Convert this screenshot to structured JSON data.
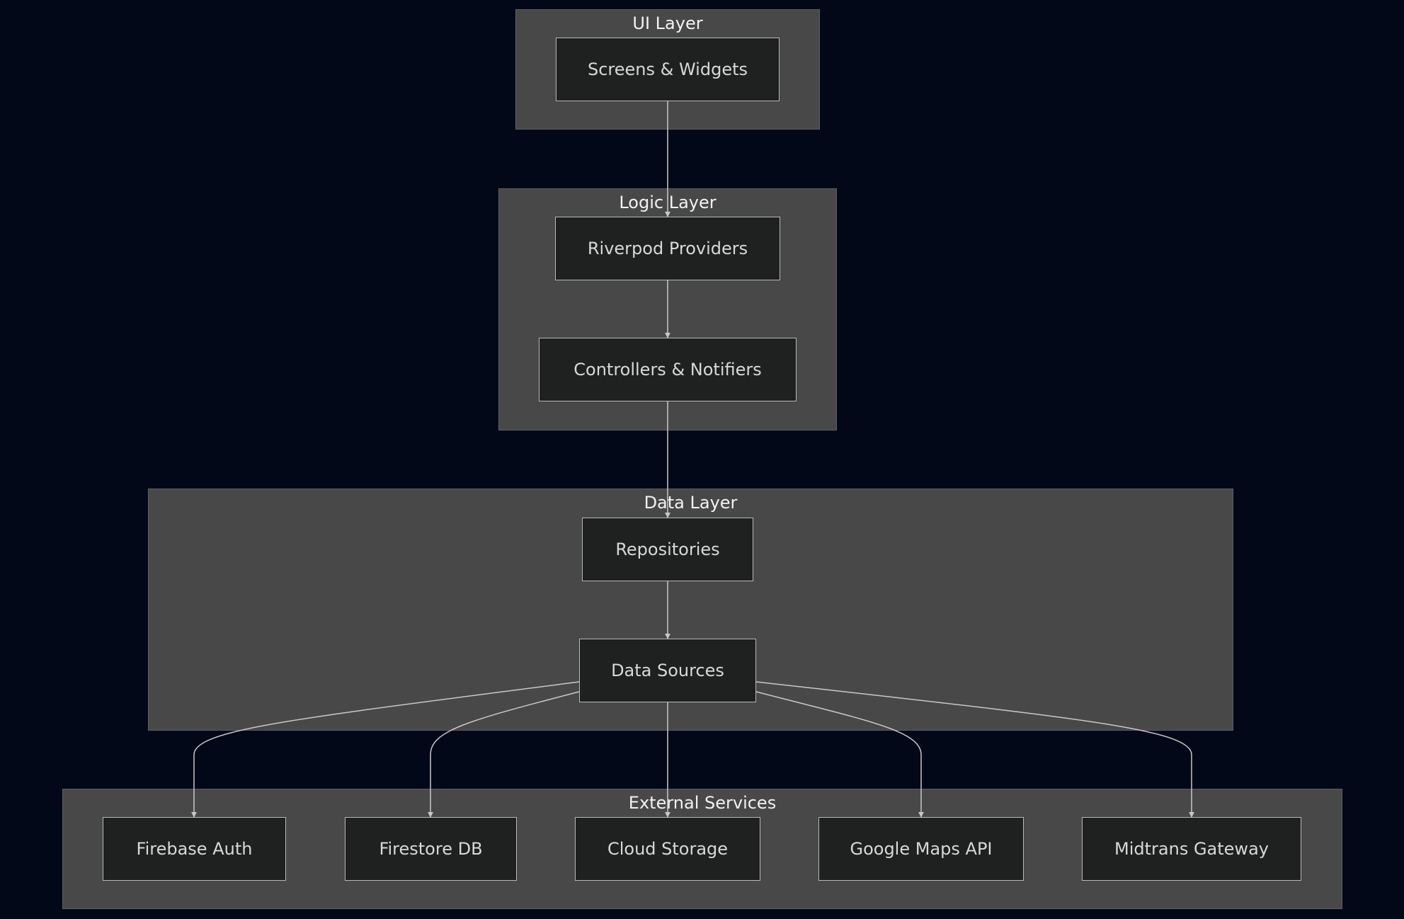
{
  "diagram": {
    "clusters": {
      "ui": {
        "title": "UI Layer"
      },
      "logic": {
        "title": "Logic Layer"
      },
      "data": {
        "title": "Data Layer"
      },
      "external": {
        "title": "External Services"
      }
    },
    "nodes": {
      "screens": "Screens & Widgets",
      "riverpod": "Riverpod Providers",
      "controllers": "Controllers & Notifiers",
      "repositories": "Repositories",
      "datasources": "Data Sources",
      "firebase_auth": "Firebase Auth",
      "firestore_db": "Firestore DB",
      "cloud_storage": "Cloud Storage",
      "google_maps": "Google Maps API",
      "midtrans": "Midtrans Gateway"
    },
    "edges": [
      [
        "screens",
        "riverpod"
      ],
      [
        "riverpod",
        "controllers"
      ],
      [
        "controllers",
        "repositories"
      ],
      [
        "repositories",
        "datasources"
      ],
      [
        "datasources",
        "firebase_auth"
      ],
      [
        "datasources",
        "firestore_db"
      ],
      [
        "datasources",
        "cloud_storage"
      ],
      [
        "datasources",
        "google_maps"
      ],
      [
        "datasources",
        "midtrans"
      ]
    ]
  },
  "colors": {
    "background": "#020817",
    "cluster_fill": "#474847",
    "node_fill": "#1f2020",
    "node_border": "#b9b9b9",
    "edge": "#c8c8c8",
    "text": "#d8d8d8"
  }
}
